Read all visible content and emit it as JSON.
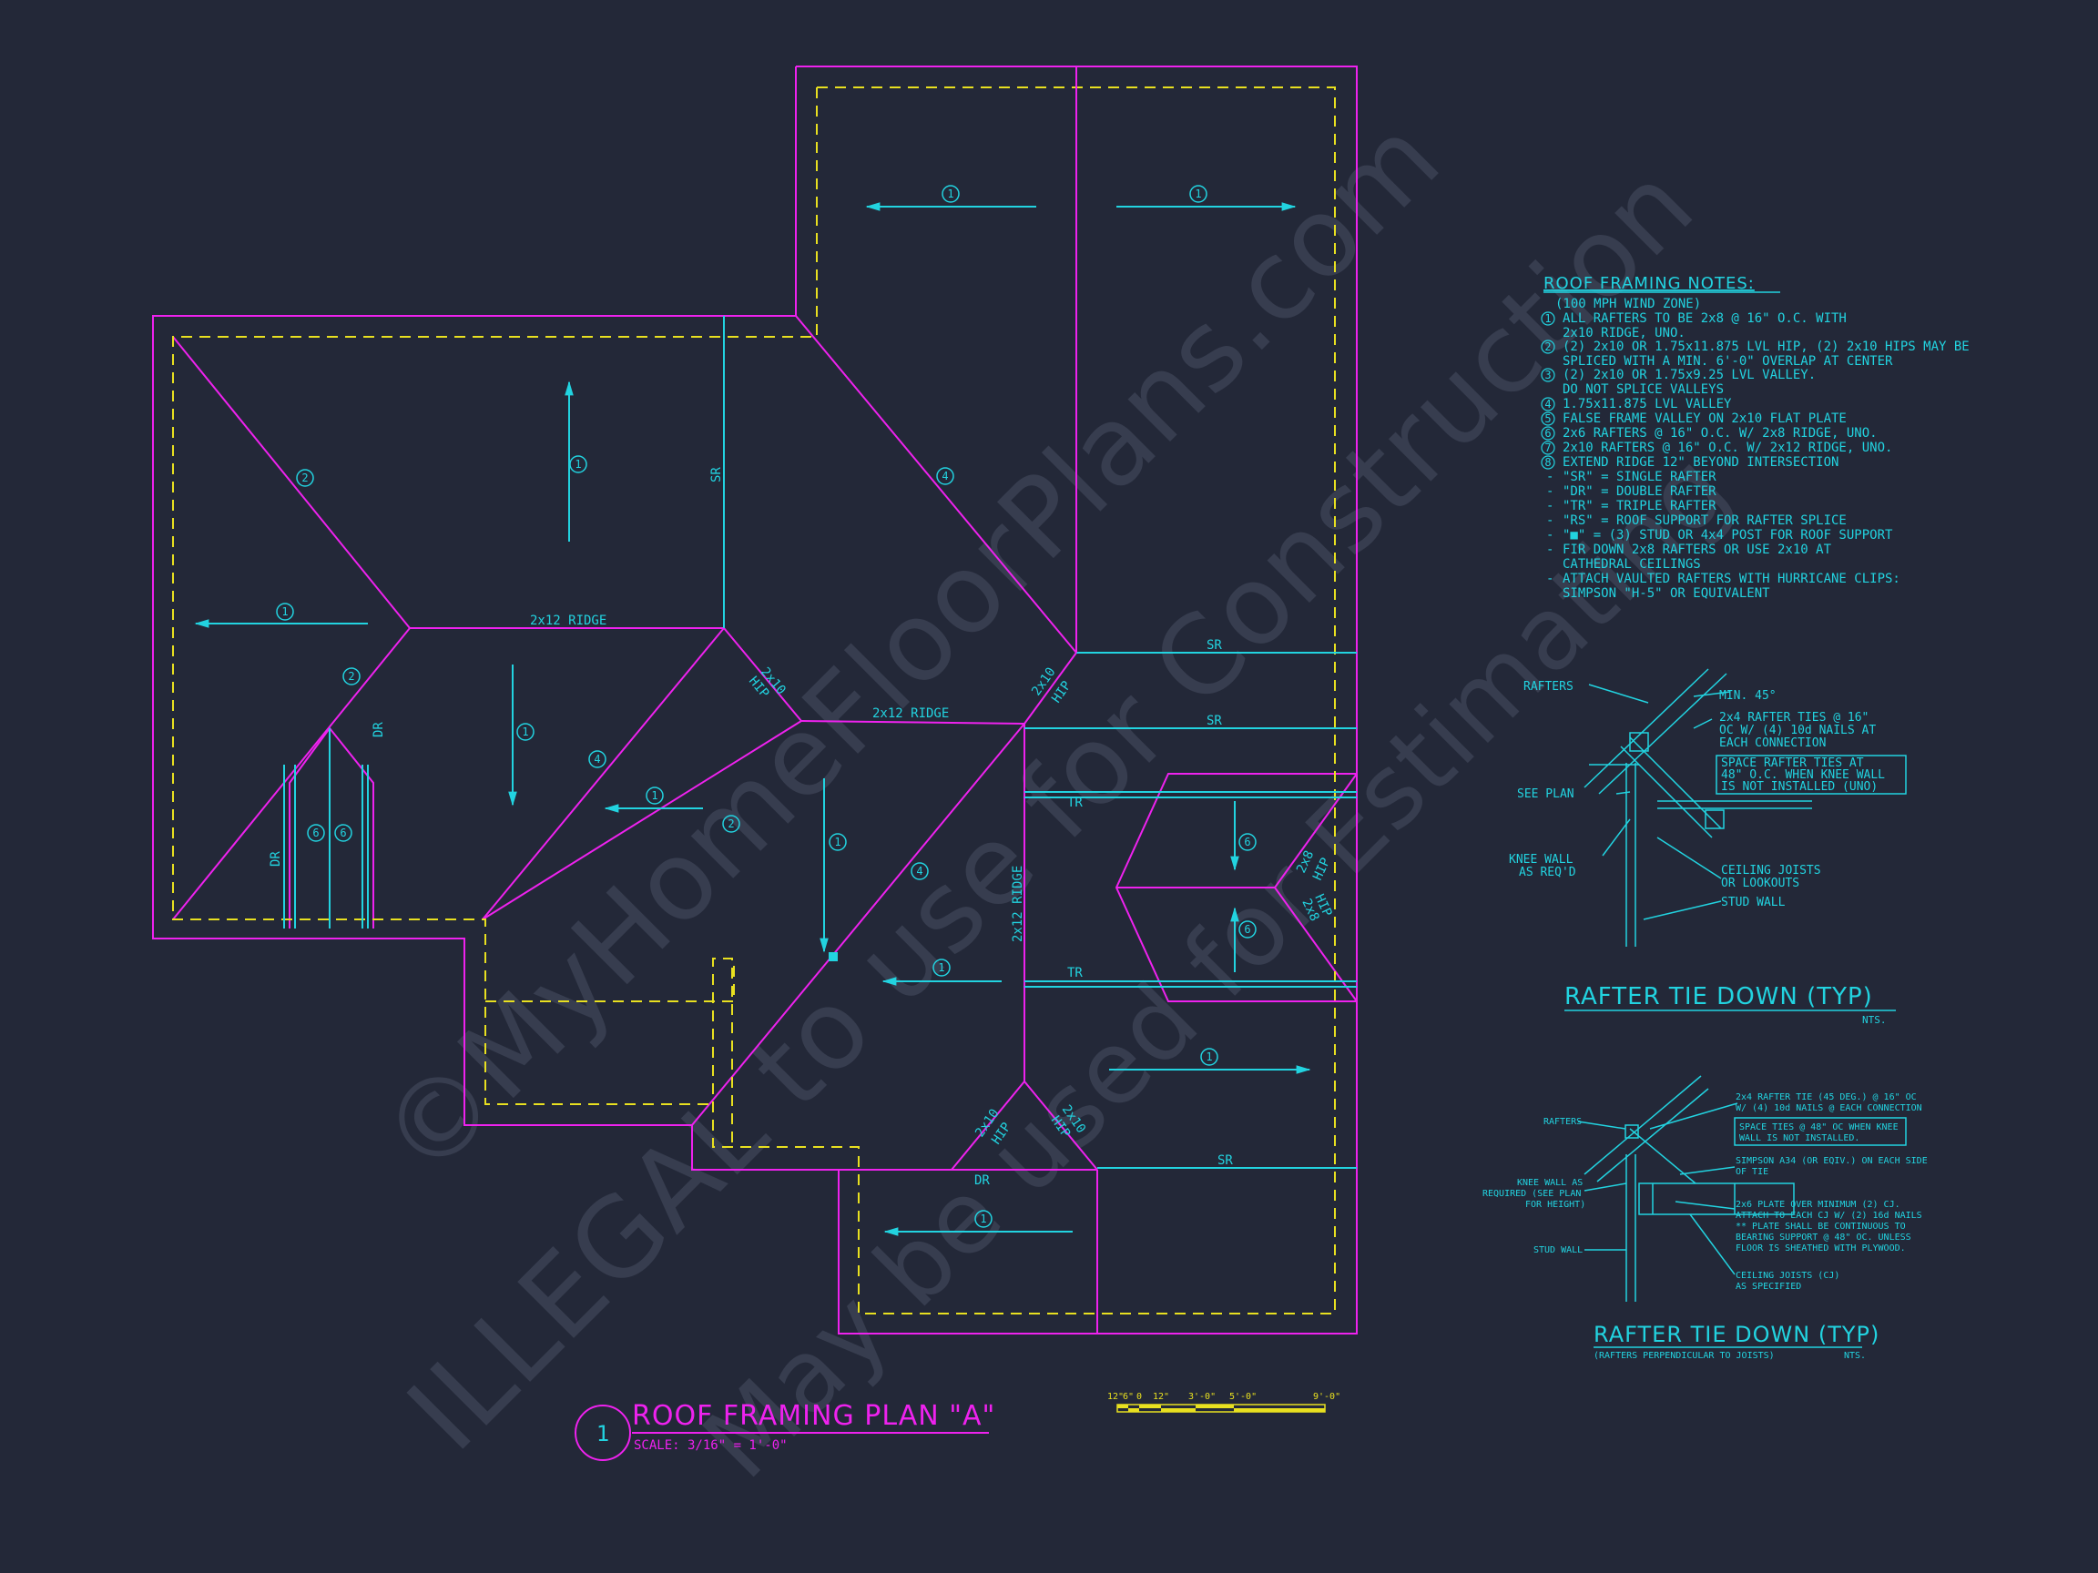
{
  "colors": {
    "background": "#232838",
    "outline": "#ee22ee",
    "framing": "#22d3e0",
    "overhang": "#e8e020",
    "watermark": "#3a4052"
  },
  "watermark": {
    "line1": "©MyHomeFloorPlans.com",
    "line2": "ILLEGAL to use for Construction",
    "line3": "May be used for Estimating"
  },
  "plan": {
    "number": "1",
    "title": "ROOF FRAMING PLAN \"A\"",
    "scale": "SCALE: 3/16\" = 1'-0\"",
    "labels": {
      "ridge": "2x12 RIDGE",
      "ridge_vertical": "2x12 RIDGE",
      "sr": "SR",
      "dr": "DR",
      "tr": "TR",
      "hip_size": "2x10",
      "hip": "HIP",
      "hip_small_size": "2x8"
    },
    "callouts": {
      "c1": "1",
      "c2": "2",
      "c4": "4",
      "c6": "6"
    }
  },
  "scale_bar": {
    "ticks": [
      "12\"",
      "6\"",
      "0",
      "12\"",
      "3'-0\"",
      "5'-0\"",
      "9'-0\""
    ]
  },
  "notes": {
    "title": "ROOF FRAMING NOTES:",
    "lines": [
      "(100 MPH WIND ZONE)",
      "ALL RAFTERS TO BE 2x8 @ 16\" O.C. WITH",
      "2x10 RIDGE, UNO.",
      "(2) 2x10 OR 1.75x11.875 LVL HIP, (2) 2x10 HIPS MAY BE",
      "SPLICED WITH A MIN. 6'-0\" OVERLAP AT CENTER",
      "(2) 2x10 OR 1.75x9.25 LVL VALLEY.",
      "DO NOT SPLICE VALLEYS",
      "1.75x11.875 LVL VALLEY",
      "FALSE FRAME VALLEY ON 2x10 FLAT PLATE",
      "2x6 RAFTERS @ 16\" O.C. W/ 2x8 RIDGE, UNO.",
      "2x10 RAFTERS @ 16\" O.C. W/ 2x12 RIDGE, UNO.",
      "EXTEND RIDGE 12\" BEYOND INTERSECTION",
      "\"SR\" = SINGLE RAFTER",
      "\"DR\" = DOUBLE RAFTER",
      "\"TR\" = TRIPLE RAFTER",
      "\"RS\" = ROOF SUPPORT FOR RAFTER SPLICE",
      "\"■\" = (3) STUD OR 4x4 POST FOR ROOF SUPPORT",
      "FIR DOWN 2x8 RAFTERS OR USE 2x10 AT",
      "CATHEDRAL CEILINGS",
      "ATTACH VAULTED RAFTERS WITH HURRICANE CLIPS:",
      "SIMPSON \"H-5\" OR EQUIVALENT"
    ],
    "markers": [
      "1",
      "2",
      "3",
      "4",
      "5",
      "6",
      "7",
      "8",
      "-"
    ]
  },
  "detail1": {
    "title": "RAFTER TIE DOWN (TYP)",
    "nts": "NTS.",
    "labels": {
      "rafters": "RAFTERS",
      "min45": "MIN. 45°",
      "tie1": "2x4 RAFTER TIES @ 16\"",
      "tie2": "OC W/ (4) 10d NAILS AT",
      "tie3": "EACH CONNECTION",
      "space1": "SPACE RAFTER TIES AT",
      "space2": "48\" O.C. WHEN KNEE WALL",
      "space3": "IS NOT INSTALLED (UNO)",
      "see_plan": "SEE PLAN",
      "knee1": "KNEE WALL",
      "knee2": "AS REQ'D",
      "ceiling1": "CEILING JOISTS",
      "ceiling2": "OR LOOKOUTS",
      "stud": "STUD WALL"
    }
  },
  "detail2": {
    "title": "RAFTER TIE DOWN (TYP)",
    "subtitle": "(RAFTERS PERPENDICULAR TO JOISTS)",
    "nts": "NTS.",
    "labels": {
      "rafters": "RAFTERS",
      "tie1": "2x4 RAFTER TIE (45 DEG.) @ 16\" OC",
      "tie2": "W/ (4) 10d NAILS @ EACH CONNECTION",
      "space1": "SPACE TIES @ 48\" OC WHEN KNEE",
      "space2": "WALL IS NOT INSTALLED.",
      "simpson1": "SIMPSON A34 (OR EQIV.) ON EACH SIDE",
      "simpson2": "OF TIE",
      "knee1": "KNEE WALL AS",
      "knee2": "REQUIRED (SEE PLAN",
      "knee3": "FOR HEIGHT)",
      "plate1": "2x6 PLATE OVER MINIMUM (2) CJ.",
      "plate2": "ATTACH TO EACH CJ W/ (2) 16d NAILS",
      "plate3": "** PLATE SHALL BE CONTINUOUS TO",
      "plate4": "BEARING SUPPORT @ 48\" OC. UNLESS",
      "plate5": "FLOOR IS SHEATHED WITH PLYWOOD.",
      "stud": "STUD WALL",
      "cj1": "CEILING JOISTS (CJ)",
      "cj2": "AS SPECIFIED"
    }
  }
}
